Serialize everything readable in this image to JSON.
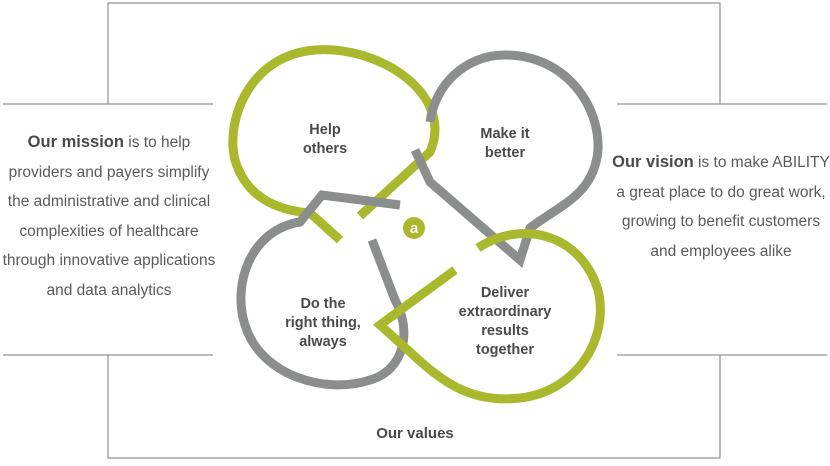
{
  "mission": {
    "lead": "Our mission",
    "text": " is to help providers and payers simplify the administrative and clinical complexities of healthcare through innovative applications and data analytics"
  },
  "vision": {
    "lead": "Our vision",
    "text": " is to make ABILITY a great place to do great work, growing to benefit customers and employees alike"
  },
  "values": [
    {
      "label": "Help\nothers",
      "color": "#a9b82c"
    },
    {
      "label": "Make it\nbetter",
      "color": "#8c8e8d"
    },
    {
      "label": "Do the\nright thing,\nalways",
      "color": "#8c8e8d"
    },
    {
      "label": "Deliver\nextraordinary\nresults\ntogether",
      "color": "#a9b82c"
    }
  ],
  "values_title": "Our values",
  "logo": {
    "glyph": "a",
    "color": "#a9b82c"
  },
  "colors": {
    "lines": "#7a7a7a",
    "green": "#a9b82c",
    "gray": "#8c8e8d"
  }
}
